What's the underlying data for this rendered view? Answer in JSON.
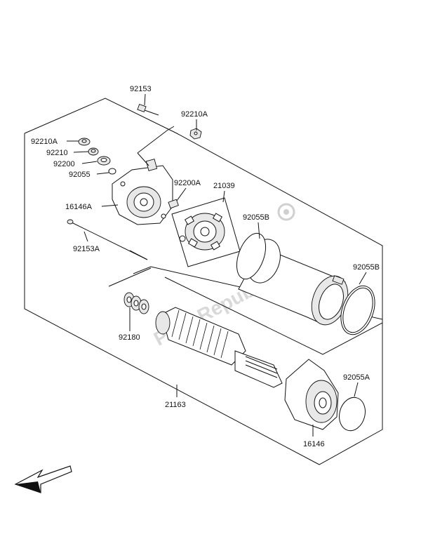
{
  "watermark": "PartsRepublik",
  "parts": [
    {
      "id": "p92153",
      "text": "92153"
    },
    {
      "id": "p92210A_top",
      "text": "92210A"
    },
    {
      "id": "p92210A_left",
      "text": "92210A"
    },
    {
      "id": "p92210",
      "text": "92210"
    },
    {
      "id": "p92200",
      "text": "92200"
    },
    {
      "id": "p92055",
      "text": "92055"
    },
    {
      "id": "p92200A",
      "text": "92200A"
    },
    {
      "id": "p21039",
      "text": "21039"
    },
    {
      "id": "p16146A",
      "text": "16146A"
    },
    {
      "id": "p92055B_1",
      "text": "92055B"
    },
    {
      "id": "p92153A",
      "text": "92153A"
    },
    {
      "id": "p92055B_2",
      "text": "92055B"
    },
    {
      "id": "p92180",
      "text": "92180"
    },
    {
      "id": "p92055A",
      "text": "92055A"
    },
    {
      "id": "p21163",
      "text": "21163"
    },
    {
      "id": "p16146",
      "text": "16146"
    }
  ]
}
